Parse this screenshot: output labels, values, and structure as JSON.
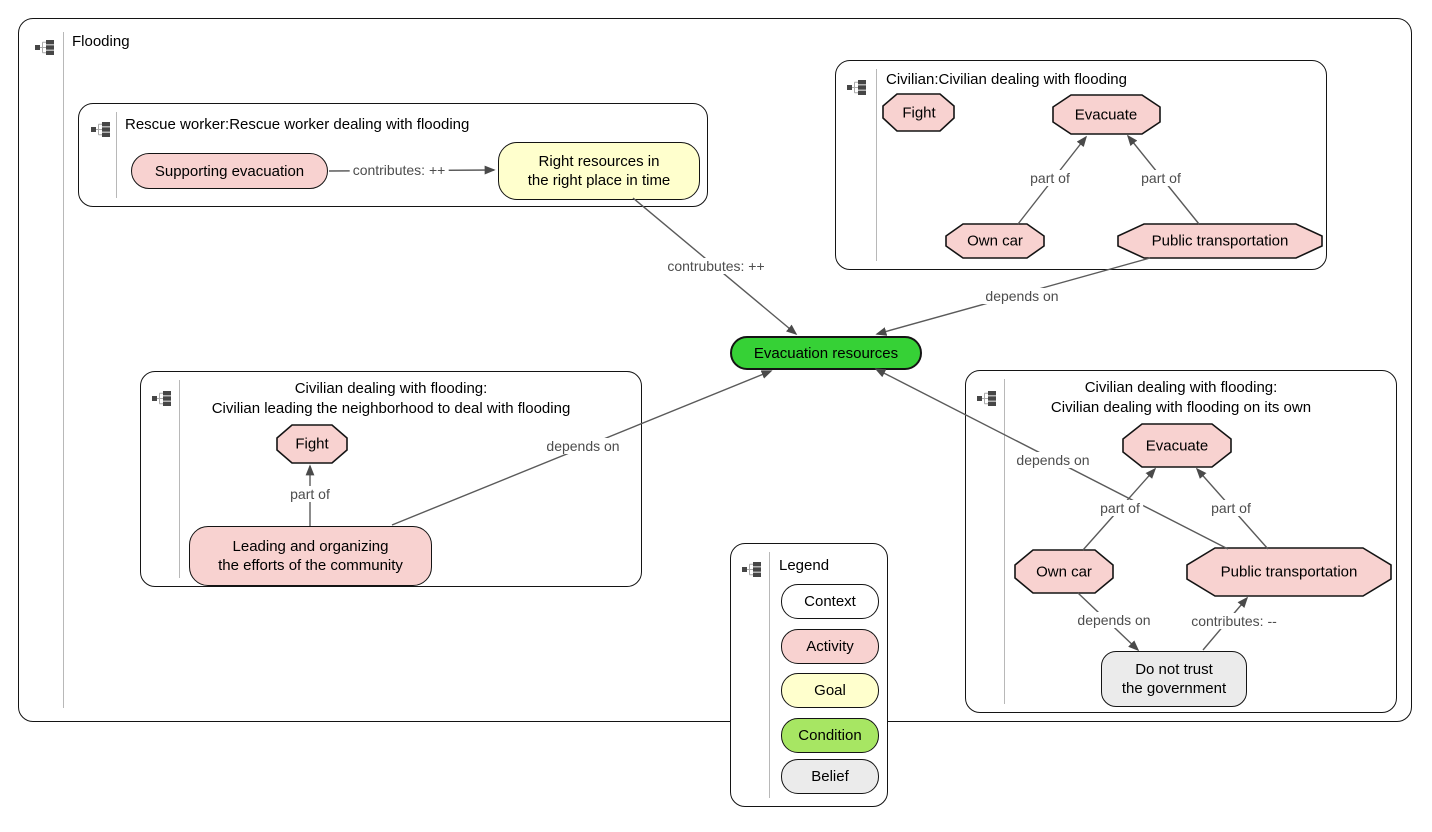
{
  "colors": {
    "activity_fill": "#f8d2d0",
    "goal_fill": "#ffffcd",
    "condition_node_fill": "#36d136",
    "condition_legend_fill": "#a7e663",
    "belief_fill": "#ebebeb",
    "context_fill": "#ffffff",
    "edge_stroke": "#5a5a5a",
    "edge_label_text": "#4d4d4d",
    "border": "#141414"
  },
  "flooding": {
    "title": "Flooding"
  },
  "rescue": {
    "title": "Rescue worker:Rescue worker dealing with flooding",
    "nodes": {
      "supporting": "Supporting evacuation",
      "right_resources": "Right resources in\nthe right place in time"
    }
  },
  "civilian_top": {
    "title": "Civilian:Civilian dealing with flooding",
    "nodes": {
      "fight": "Fight",
      "evacuate": "Evacuate",
      "own_car": "Own car",
      "public_transportation": "Public transportation"
    }
  },
  "civilian_lead": {
    "title1": "Civilian dealing with flooding:",
    "title2": "Civilian leading the neighborhood to deal with flooding",
    "nodes": {
      "fight": "Fight",
      "leading": "Leading and organizing\nthe efforts of the community"
    }
  },
  "civilian_own": {
    "title1": "Civilian dealing with flooding:",
    "title2": "Civilian dealing with flooding on its own",
    "nodes": {
      "evacuate": "Evacuate",
      "own_car": "Own car",
      "public_transportation": "Public transportation",
      "do_not_trust": "Do not trust\nthe government"
    }
  },
  "central_node": "Evacuation resources",
  "edge_labels": {
    "contributes_plus": "contributes: ++",
    "contrubutes_plus": "contrubutes: ++",
    "depends_on_top_right": "depends on",
    "part_of_tr_left": "part of",
    "part_of_tr_right": "part of",
    "part_of_bottom_left": "part of",
    "depends_on_bottom_left": "depends on",
    "depends_on_br_upper": "depends on",
    "part_of_br_left": "part of",
    "part_of_br_right": "part of",
    "depends_on_br_lower": "depends on",
    "contributes_minus": "contributes: --"
  },
  "legend": {
    "title": "Legend",
    "items": [
      {
        "label": "Context",
        "color": "#ffffff"
      },
      {
        "label": "Activity",
        "color": "#f8d2d0"
      },
      {
        "label": "Goal",
        "color": "#ffffcd"
      },
      {
        "label": "Condition",
        "color": "#a7e663"
      },
      {
        "label": "Belief",
        "color": "#ebebeb"
      }
    ]
  }
}
